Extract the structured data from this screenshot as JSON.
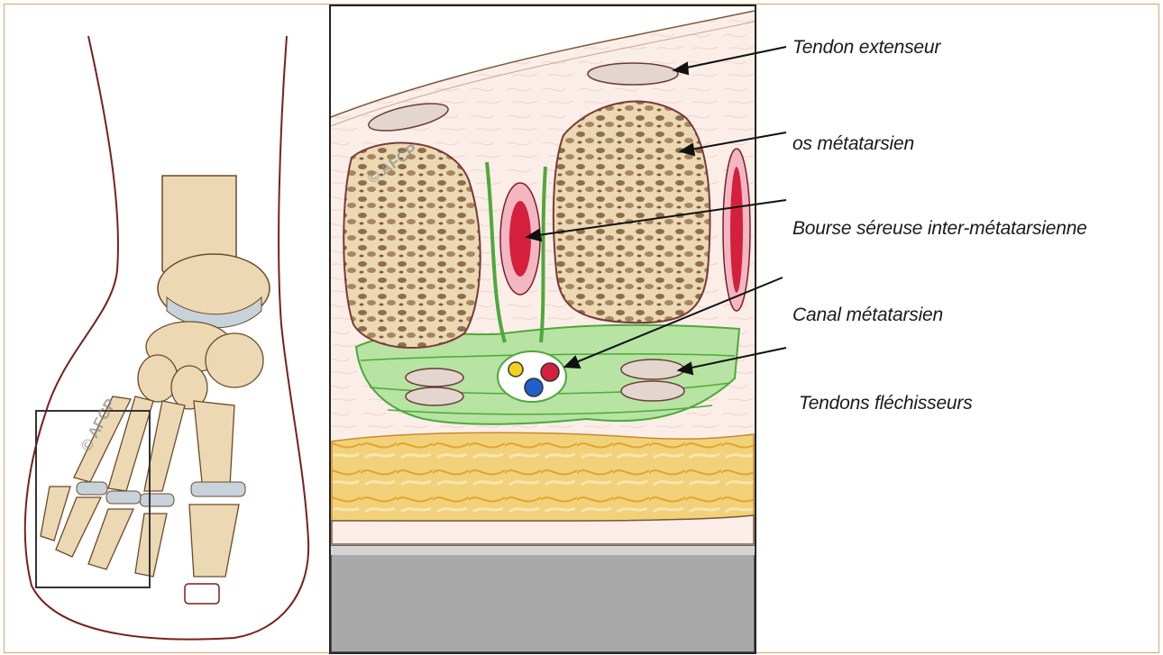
{
  "diagram": {
    "labels": [
      {
        "id": "tendon-extenseur",
        "text": "Tendon extenseur"
      },
      {
        "id": "os-metatarsien",
        "text": "os métatarsien"
      },
      {
        "id": "bourse-sereuse",
        "text": "Bourse séreuse inter-métatarsienne"
      },
      {
        "id": "canal-metatarsien",
        "text": "Canal métatarsien"
      },
      {
        "id": "tendons-flechisseurs",
        "text": "Tendons fléchisseurs"
      }
    ],
    "watermark": "© AFCP",
    "colors": {
      "frame": "#e0a263",
      "skin": "#fbeee8",
      "bone": "#ecd9b4",
      "cartilage": "#c7d3da",
      "fascia": "#6cc24a",
      "fat": "#f1d27a",
      "bursa": "#d4203d",
      "table": "#a9a9a9",
      "arrow": "#111111"
    }
  }
}
